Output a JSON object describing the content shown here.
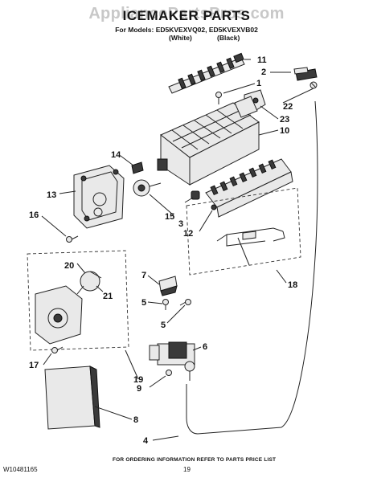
{
  "watermark": "AppliancePartsPros.com",
  "header": {
    "title": "ICEMAKER PARTS",
    "models_line": "For Models: ED5KVEXVQ02, ED5KVEXVB02",
    "white_label": "(White)",
    "black_label": "(Black)"
  },
  "footer": {
    "doc_number": "W10481165",
    "page_number": "19",
    "ordering_info": "FOR ORDERING INFORMATION REFER TO PARTS PRICE LIST"
  },
  "callouts": {
    "c1": "1",
    "c2": "2",
    "c3": "3",
    "c4": "4",
    "c5a": "5",
    "c5b": "5",
    "c6": "6",
    "c7": "7",
    "c8": "8",
    "c9": "9",
    "c10": "10",
    "c11": "11",
    "c12": "12",
    "c13": "13",
    "c14": "14",
    "c15": "15",
    "c16": "16",
    "c17": "17",
    "c18": "18",
    "c19": "19",
    "c20": "20",
    "c21": "21",
    "c22": "22",
    "c23": "23"
  }
}
